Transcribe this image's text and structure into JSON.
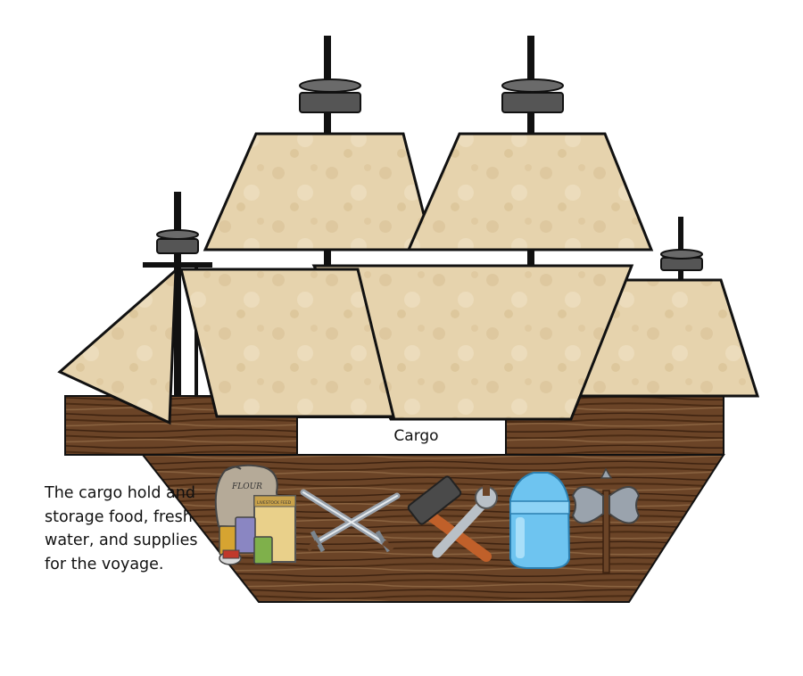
{
  "labels": {
    "cargo_label": "Cargo",
    "caption": "The cargo hold and storage food, fresh water, and supplies for the voyage.",
    "flour_sack_text": "FLOUR",
    "box_text": "LIVESTOCK FEED"
  },
  "colors": {
    "background": "#ffffff",
    "sail_fill": "#e8d6b3",
    "sail_stroke": "#111111",
    "wood_dark": "#4a2b14",
    "wood_light": "#7a5331",
    "mast": "#111111",
    "crow_nest": "#555555",
    "water_bottle": "#6ec4f0"
  },
  "icons": [
    "flour-sack-icon",
    "food-cans-icon",
    "crossed-swords-icon",
    "hammer-wrench-icon",
    "water-bottle-icon",
    "battle-axe-icon"
  ]
}
